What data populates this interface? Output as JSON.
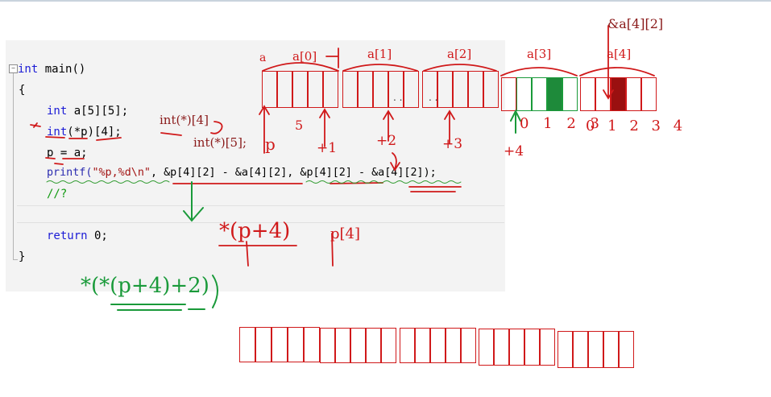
{
  "code": {
    "line1_kw": "int",
    "line1_rest": " main()",
    "line2": "{",
    "line3_kw": "int",
    "line3_rest": " a[5][5];",
    "line4_kw": "int",
    "line4_rest": "(*p)[4];",
    "line5": "p = a;",
    "line6_fn": "printf(",
    "line6_str": "\"%p,%d\\n\"",
    "line6_rest": ", &p[4][2] - &a[4][2], &p[4][2] - &a[4][2]);",
    "line7": "//?",
    "line9_kw": "return",
    "line9_rest": " 0;",
    "line10": "}",
    "fold_marker": "−"
  },
  "annotations": {
    "int_ptr4": "int(*)[4]",
    "int_ptr5": "int(*)[5];",
    "label_a": "a",
    "label_a0": "a[0]",
    "label_a1": "a[1]",
    "label_a2": "a[2]",
    "label_a3": "a[3]",
    "label_a4": "a[4]",
    "label_a42": "&a[4][2]",
    "mark_p": "p",
    "mark_5": "5",
    "mark_plus1": "+1",
    "mark_plus2": "+2",
    "mark_plus3": "+3",
    "mark_plus4": "+4",
    "idx_a3": "0 1 2 3",
    "idx_a4": "0 1 2 3 4",
    "dots1": ". .",
    "dots2": ". .",
    "deref_p4": "*(p+4)",
    "p_bracket": "p[4]",
    "green_expr": "*(*(p+4)+2)"
  },
  "colors": {
    "ink_red": "#d0191a",
    "ink_green": "#1a9a3a",
    "fill_green": "#1e8a3a",
    "fill_darkred": "#9a1010"
  }
}
